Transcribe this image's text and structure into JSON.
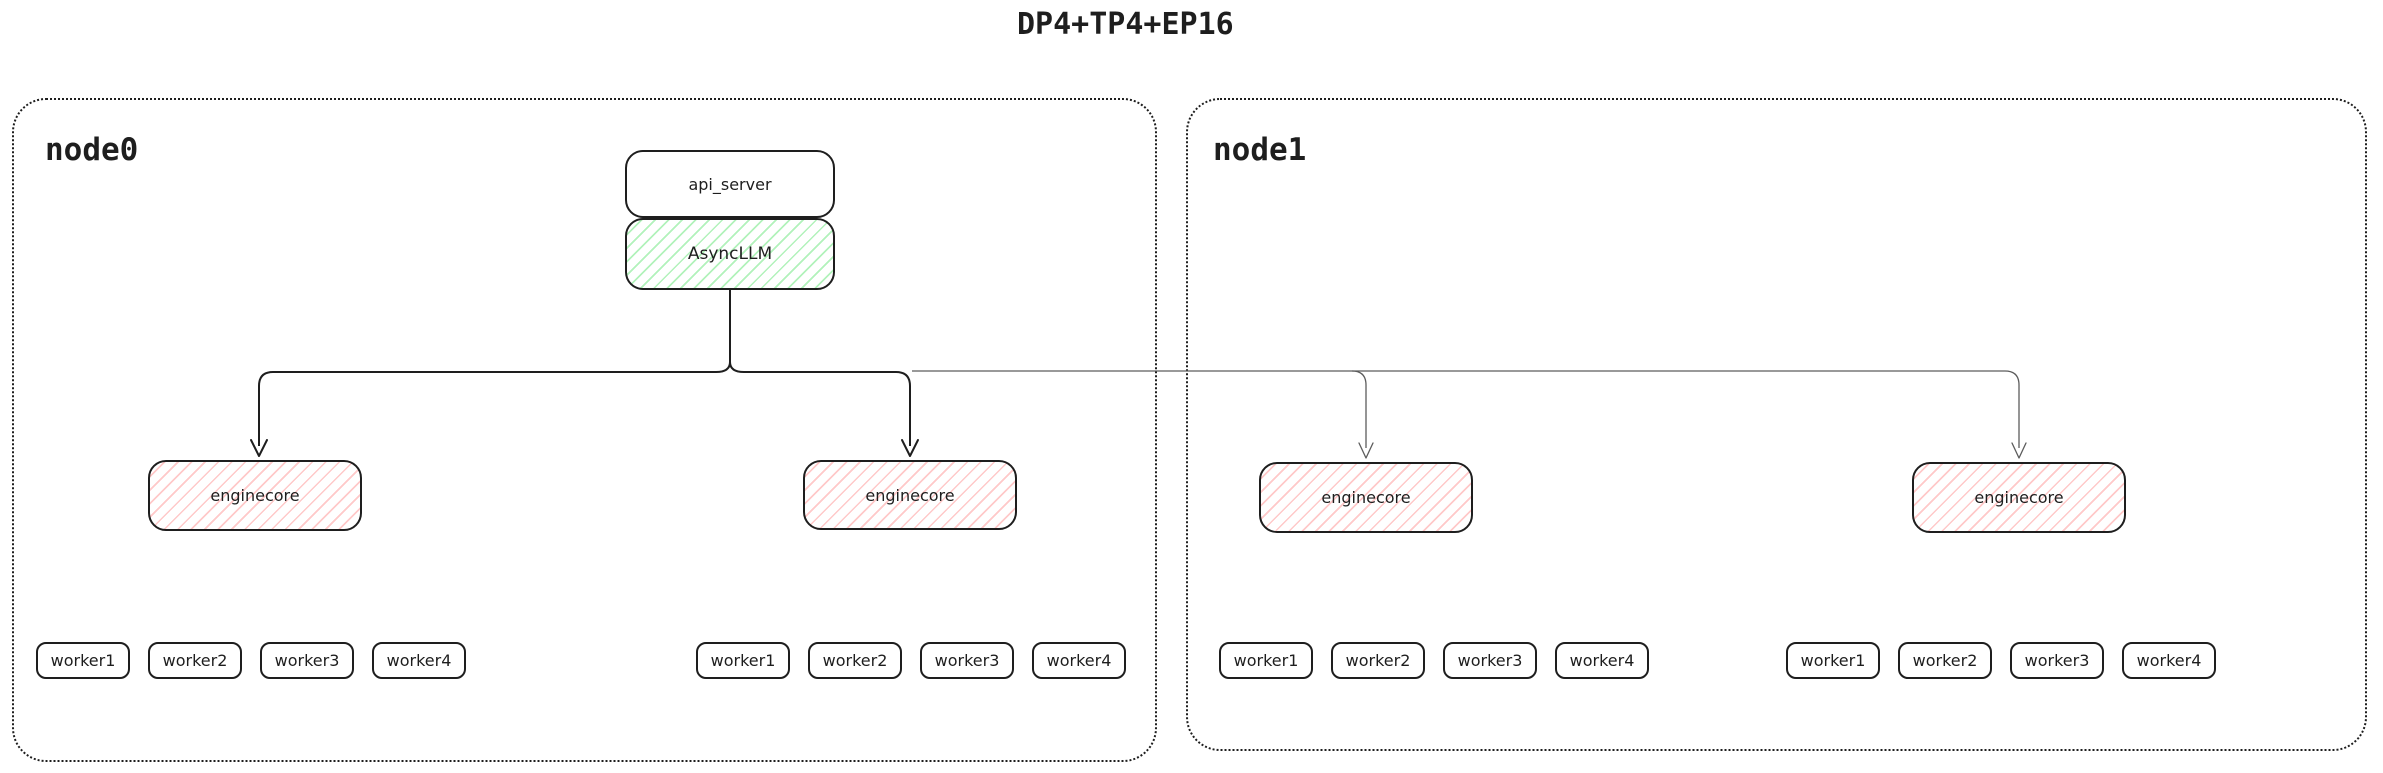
{
  "title": "DP4+TP4+EP16",
  "colors": {
    "stroke": "#1e1e1e",
    "thin_line": "#5c5c5c",
    "green_hatch": "#b2f2bb",
    "red_hatch": "#ffc9c9",
    "background": "#ffffff"
  },
  "nodes": [
    {
      "label": "node0"
    },
    {
      "label": "node1"
    }
  ],
  "api_server": {
    "label": "api_server"
  },
  "async_llm": {
    "label": "AsyncLLM"
  },
  "enginecores": [
    {
      "label": "enginecore"
    },
    {
      "label": "enginecore"
    },
    {
      "label": "enginecore"
    },
    {
      "label": "enginecore"
    }
  ],
  "worker_groups": [
    {
      "workers": [
        "worker1",
        "worker2",
        "worker3",
        "worker4"
      ]
    },
    {
      "workers": [
        "worker1",
        "worker2",
        "worker3",
        "worker4"
      ]
    },
    {
      "workers": [
        "worker1",
        "worker2",
        "worker3",
        "worker4"
      ]
    },
    {
      "workers": [
        "worker1",
        "worker2",
        "worker3",
        "worker4"
      ]
    }
  ]
}
